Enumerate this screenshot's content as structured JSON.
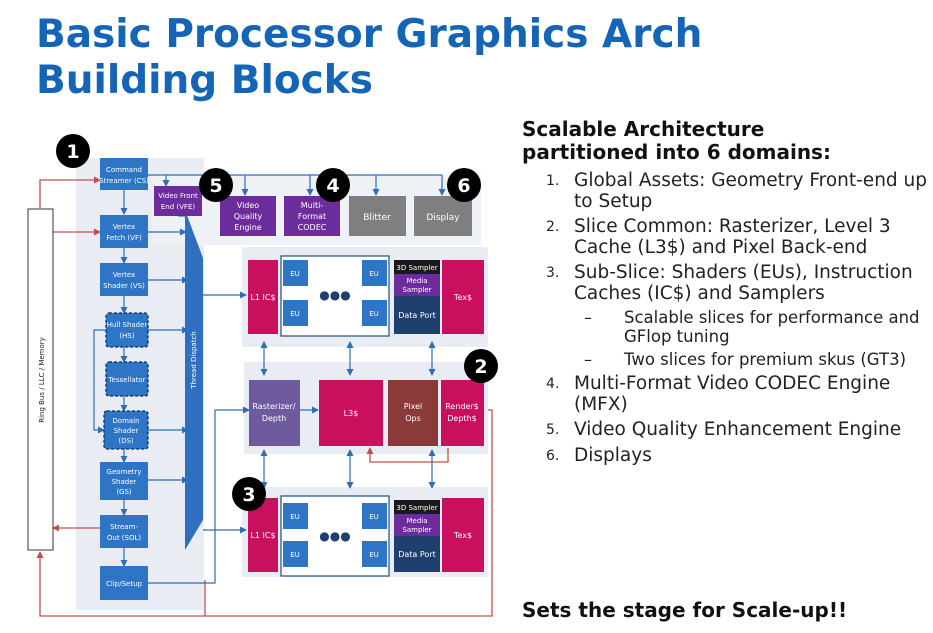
{
  "slide": {
    "title_line1": "Basic Processor Graphics Arch",
    "title_line2": "Building Blocks"
  },
  "diagram": {
    "ring_bus": "Ring Bus / LLC / Memory",
    "thread_dispatch": "Thread Dispatch",
    "pipeline": {
      "cs": [
        "Command",
        "Streamer (CS)"
      ],
      "vf": [
        "Vertex",
        "Fetch (VF)"
      ],
      "vs": [
        "Vertex",
        "Shader (VS)"
      ],
      "hs": [
        "Hull Shader",
        "(HS)"
      ],
      "tess": [
        "Tessellator"
      ],
      "ds": [
        "Domain",
        "Shader",
        "(DS)"
      ],
      "gs": [
        "Geometry",
        "Shader",
        "(GS)"
      ],
      "sol": [
        "Stream-",
        "Out (SOL)"
      ],
      "clip": [
        "Clip/Setup"
      ]
    },
    "vfe": [
      "Video Front",
      "End (VFE)"
    ],
    "vqe": [
      "Video",
      "Quality",
      "Engine"
    ],
    "mfx": [
      "Multi-",
      "Format",
      "CODEC"
    ],
    "blitter": "Blitter",
    "display": "Display",
    "subslice": {
      "l1": "L1 IC$",
      "eu": "EU",
      "dots": "●●●",
      "sampler3d": "3D Sampler",
      "media_sampler": [
        "Media",
        "Sampler"
      ],
      "dataport": "Data Port",
      "tex": "Tex$"
    },
    "slice_common": {
      "raster": [
        "Rasterizer/",
        "Depth"
      ],
      "l3": "L3$",
      "pixel_ops": [
        "Pixel",
        "Ops"
      ],
      "render": [
        "Render$",
        "Depth$"
      ]
    },
    "badges": [
      "1",
      "2",
      "3",
      "4",
      "5",
      "6"
    ]
  },
  "right": {
    "heading_line1": "Scalable Architecture",
    "heading_line2": "partitioned into 6 domains:",
    "items": [
      {
        "num": "1.",
        "text": "Global Assets: Geometry Front-end up to Setup"
      },
      {
        "num": "2.",
        "text": "Slice Common: Rasterizer, Level 3 Cache (L3$) and Pixel Back-end"
      },
      {
        "num": "3.",
        "text": "Sub-Slice: Shaders (EUs), Instruction Caches (IC$) and Samplers"
      },
      {
        "num": "4.",
        "text": "Multi-Format Video CODEC Engine (MFX)"
      },
      {
        "num": "5.",
        "text": "Video Quality Enhancement Engine"
      },
      {
        "num": "6.",
        "text": "Displays"
      }
    ],
    "subitems": [
      {
        "dash": "–",
        "text": "Scalable slices for performance and GFlop tuning"
      },
      {
        "dash": "–",
        "text": "Two slices for premium skus (GT3)"
      }
    ],
    "footer": "Sets the stage for Scale-up!!"
  },
  "colors": {
    "title": "#1565b6",
    "pipeline_blue": "#2e75c6",
    "magenta": "#c8105f",
    "purple": "#6c2c9b",
    "gray_box": "#7f7f7f",
    "arrow_red": "#c0504d",
    "arrow_blue": "#2f6db5",
    "panel_bg": "#e9edf3"
  }
}
